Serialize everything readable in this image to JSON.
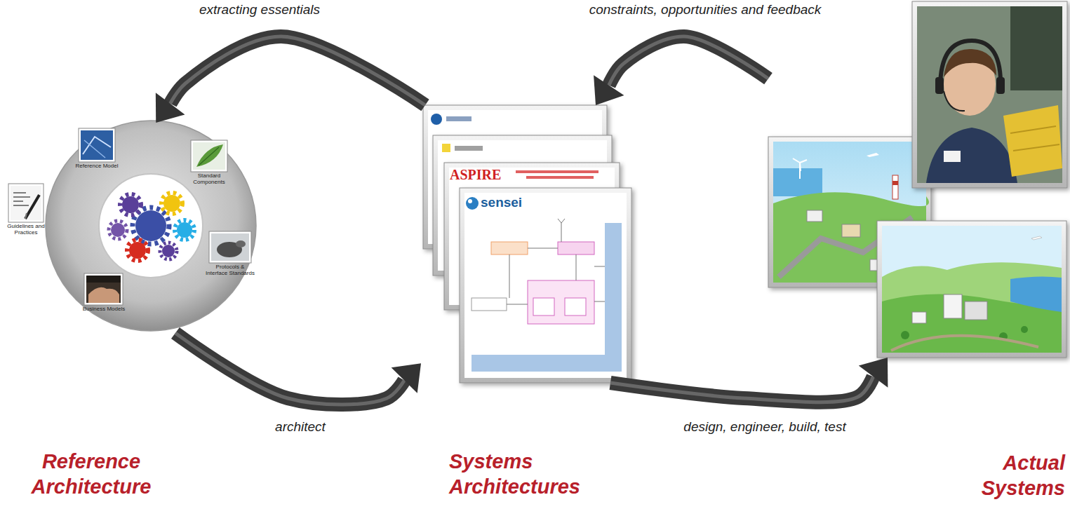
{
  "diagram": {
    "nodes": [
      {
        "text": [
          "Reference Architecture"
        ]
      },
      {
        "text": [
          "Systems Architectures"
        ]
      },
      {
        "text": [
          "Actual Systems"
        ]
      }
    ],
    "edges": [
      {
        "from": 1,
        "to": 0,
        "arrow": "to",
        "label": "extracting essentials"
      },
      {
        "from": 2,
        "to": 1,
        "arrow": "to",
        "label": "constraints, opportunities and feedback"
      },
      {
        "from": 0,
        "to": 1,
        "arrow": "to",
        "label": "architect"
      },
      {
        "from": 1,
        "to": 2,
        "arrow": "to",
        "label": "design, engineer, build, test"
      }
    ],
    "labels": [
      "Reference Model",
      "Standard Components",
      "Protocols & Interface Standards",
      "Business Models",
      "Guidelines and Practices",
      "ASPIRE",
      "sensei"
    ]
  }
}
